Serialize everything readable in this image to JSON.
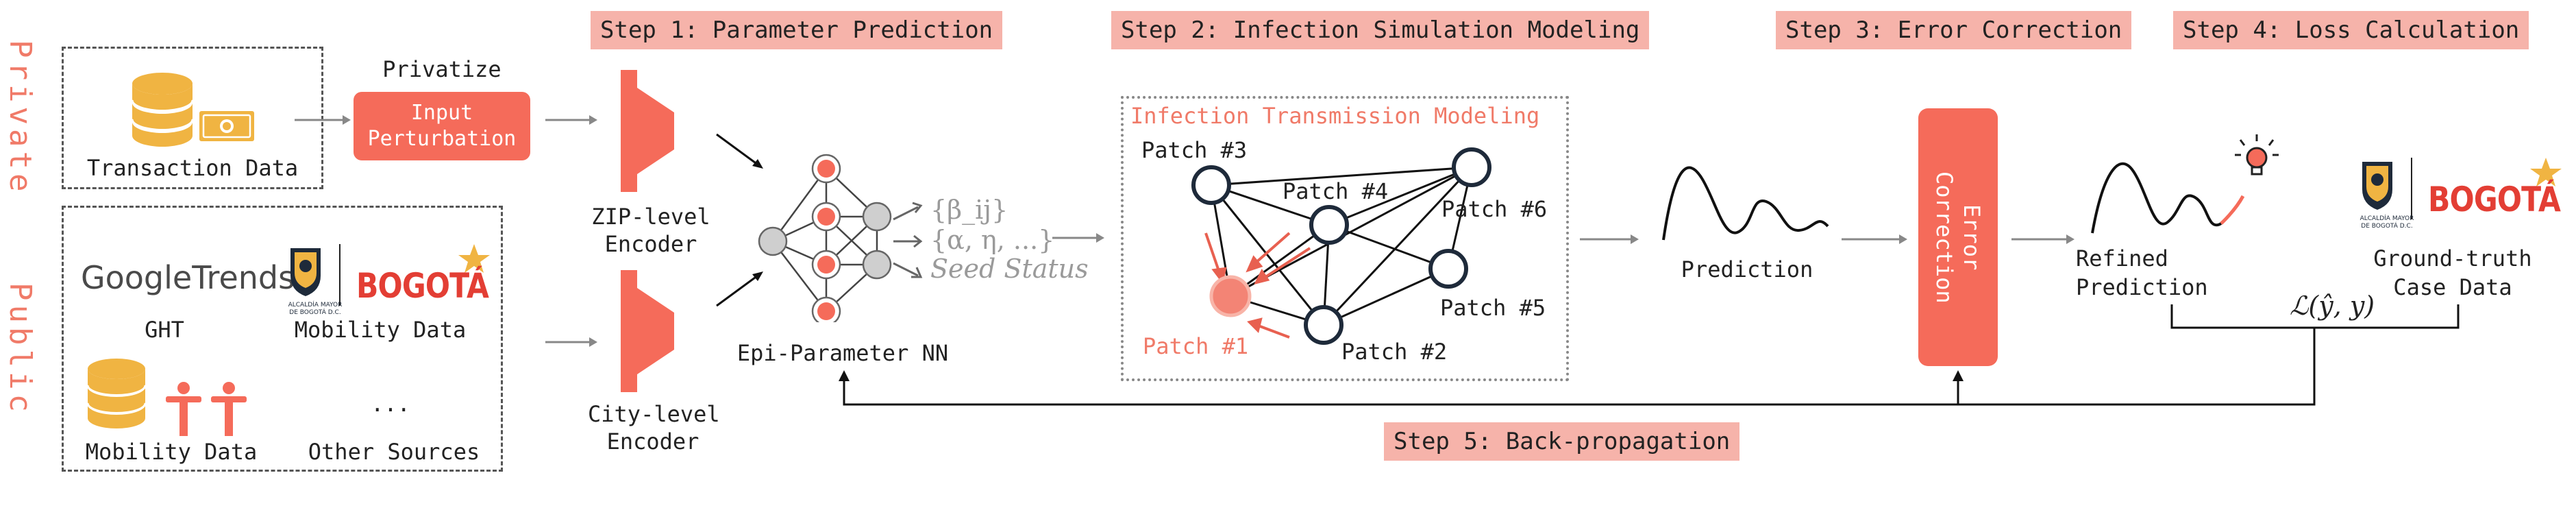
{
  "steps": {
    "s1": "Step 1: Parameter Prediction",
    "s2": "Step 2: Infection Simulation Modeling",
    "s3": "Step 3: Error Correction",
    "s4": "Step 4: Loss Calculation",
    "s5": "Step 5: Back-propagation"
  },
  "sides": {
    "private": "Private",
    "public": "Public"
  },
  "private_box": {
    "transaction_label": "Transaction Data",
    "privatize_label": "Privatize",
    "perturbation_button": "Input\nPerturbation"
  },
  "public_box": {
    "ght_logo": "GoogleTrends",
    "ght_label": "GHT",
    "bogota_logo": "BOGOTÁ",
    "alcaldia_text": "ALCALDÍA MAYOR\nDE BOGOTÁ D.C.",
    "mobility_data_label_1": "Mobility Data",
    "mobility_data_label_2": "Mobility Data",
    "ellipsis": "...",
    "other_sources_label": "Other Sources"
  },
  "encoders": {
    "zip": "ZIP-level\nEncoder",
    "city": "City-level\nEncoder"
  },
  "nn": {
    "label": "Epi-Parameter NN",
    "out1": "{β_ij}",
    "out2": "{α, η, ...}",
    "out3": "Seed Status"
  },
  "infection": {
    "title": "Infection Transmission Modeling",
    "patches": [
      "Patch #1",
      "Patch #2",
      "Patch #3",
      "Patch #4",
      "Patch #5",
      "Patch #6"
    ]
  },
  "prediction_label": "Prediction",
  "error_correction": "Error\nCorrection",
  "refined_label": "Refined\nPrediction",
  "ground_truth_label": "Ground-truth\nCase Data",
  "loss_label": "ℒ(ŷ, y)",
  "colors": {
    "accent": "#f56b5a",
    "step_bg": "#f6b3aa",
    "gold": "#f0b442",
    "navy": "#1e2a3a"
  }
}
